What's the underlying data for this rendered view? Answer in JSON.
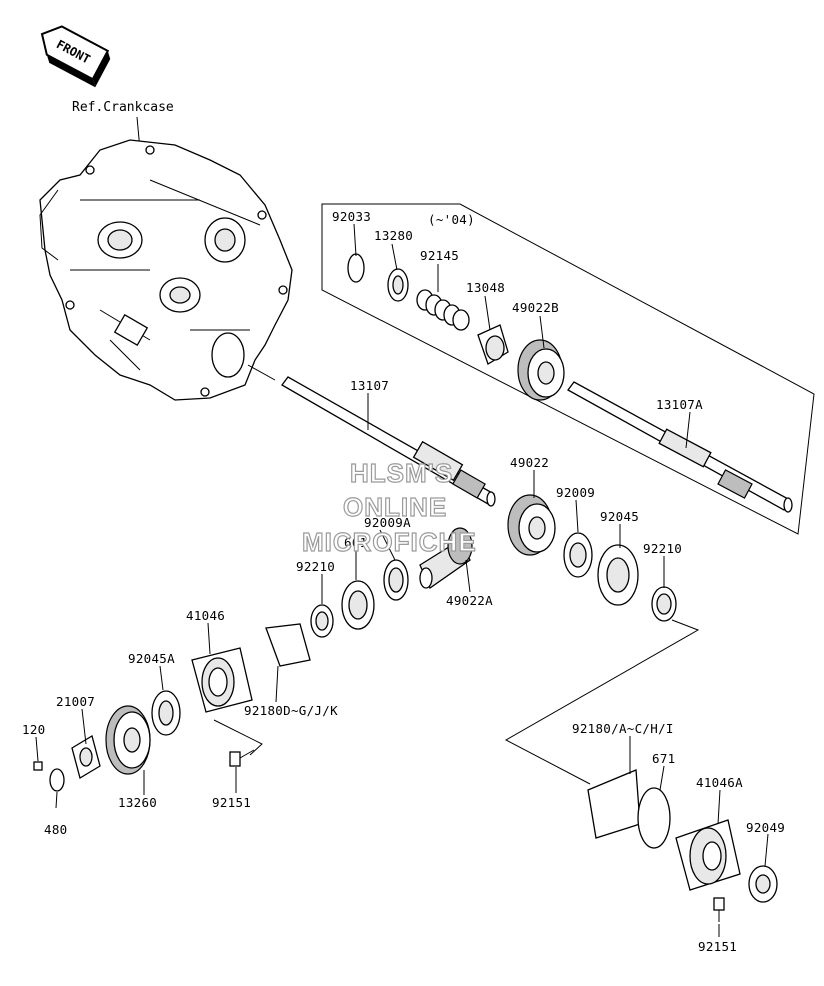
{
  "front_badge": "FRONT",
  "reference": "Ref.Crankcase",
  "watermark": [
    "HLSM'S",
    "ONLINE",
    "MICROFICHE"
  ],
  "labels": {
    "l92033": "92033",
    "l13280": "13280",
    "l04": "(~'04)",
    "l92145": "92145",
    "l13048": "13048",
    "l49022B": "49022B",
    "l13107": "13107",
    "l13107A": "13107A",
    "l49022": "49022",
    "l92009": "92009",
    "l92009A": "92009A",
    "l92045": "92045",
    "l601": "601",
    "l92210a": "92210",
    "l92210b": "92210",
    "l49022A": "49022A",
    "l41046": "41046",
    "l92045A": "92045A",
    "l21007": "21007",
    "l120": "120",
    "l480": "480",
    "l13260": "13260",
    "l92151a": "92151",
    "l92180DGJK": "92180D~G/J/K",
    "l92180ACHI": "92180/A~C/H/I",
    "l671": "671",
    "l41046A": "41046A",
    "l92049": "92049",
    "l92151b": "92151"
  }
}
